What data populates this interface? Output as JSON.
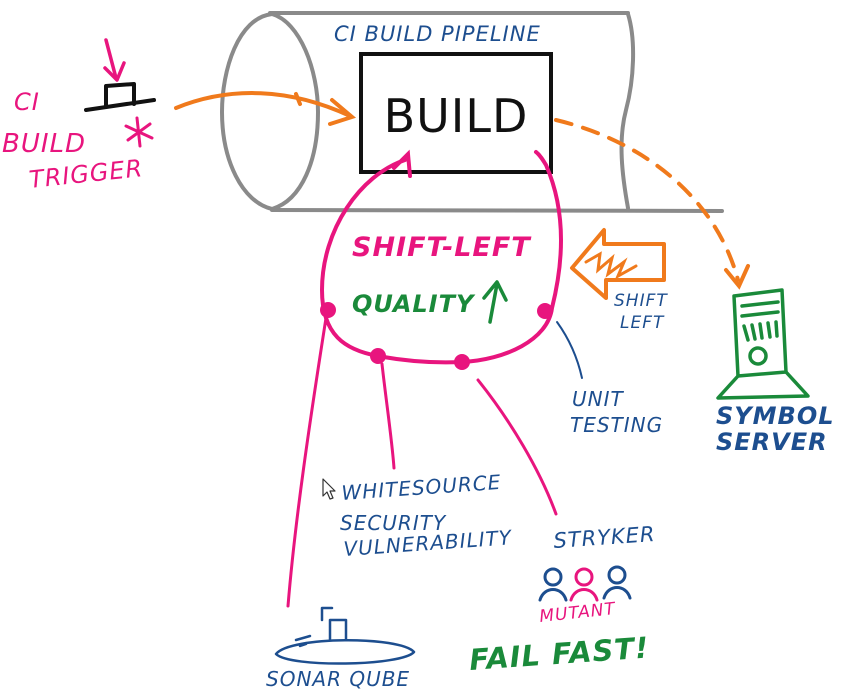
{
  "pipeline": {
    "title": "CI BUILD PIPELINE",
    "build_label": "BUILD"
  },
  "trigger": {
    "line1": "CI",
    "line2": "BUILD",
    "line3": "TRIGGER"
  },
  "loop": {
    "title": "SHIFT-LEFT",
    "quality": "QUALITY"
  },
  "shift_arrow": {
    "line1": "SHIFT",
    "line2": "LEFT"
  },
  "symbol_server": {
    "line1": "SYMBOL",
    "line2": "SERVER"
  },
  "tools": {
    "unit_testing_1": "UNIT",
    "unit_testing_2": "TESTING",
    "whitesource_1": "WHITESOURCE",
    "whitesource_2": "SECURITY",
    "whitesource_3": "VULNERABILITY",
    "stryker": "STRYKER",
    "mutant": "MUTANT",
    "sonarqube": "SONAR QUBE",
    "fail_fast": "FAIL FAST!"
  },
  "colors": {
    "pink": "#e8157e",
    "blue": "#1d4e8f",
    "green": "#1a8a3a",
    "orange": "#f07a1c",
    "gray": "#8a8a8a",
    "black": "#111111"
  }
}
